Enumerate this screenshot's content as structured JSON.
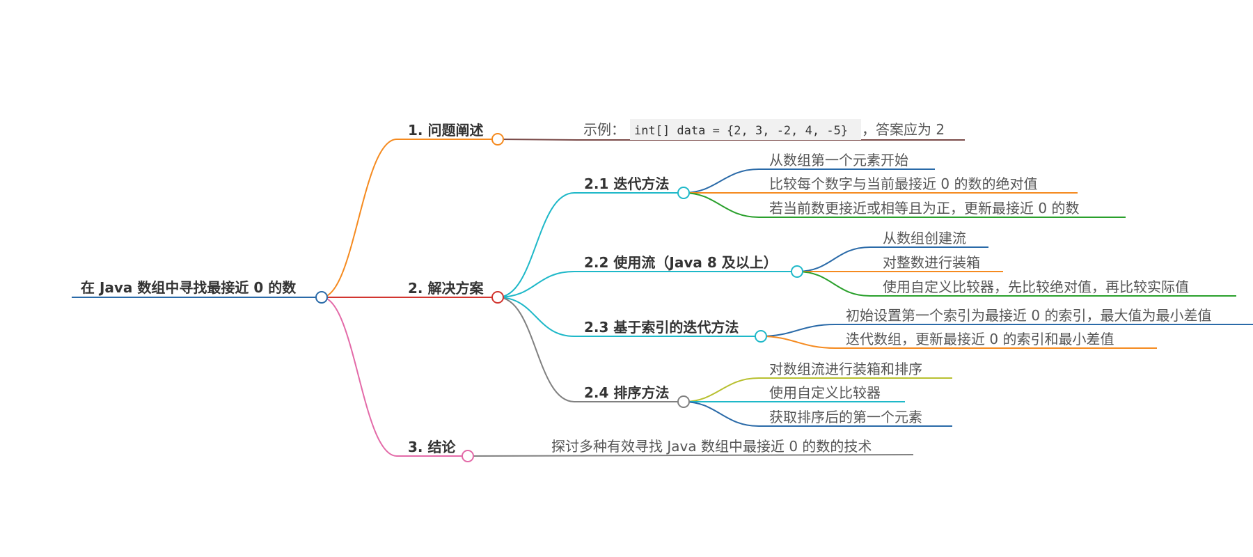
{
  "root": {
    "label": "在 Java 数组中寻找最接近 0 的数",
    "color": "#2a6aa8"
  },
  "branches": [
    {
      "id": "b1",
      "label": "1. 问题阐述",
      "color": "#f58a1f",
      "note": {
        "prefix": "示例：",
        "code": "int[] data = {2, 3, -2, 4, -5}",
        "suffix": "，答案应为 2",
        "underline_color": "#7a4a48"
      }
    },
    {
      "id": "b2",
      "label": "2. 解决方案",
      "color": "#d2352f",
      "children": [
        {
          "id": "b21",
          "label": "2.1 迭代方法",
          "color": "#1eb8c8",
          "leaves": [
            {
              "label": "从数组第一个元素开始",
              "color": "#2a6aa8"
            },
            {
              "label": "比较每个数字与当前最接近 0 的数的绝对值",
              "color": "#f58a1f"
            },
            {
              "label": "若当前数更接近或相等且为正，更新最接近 0 的数",
              "color": "#2aa02c"
            }
          ]
        },
        {
          "id": "b22",
          "label": "2.2 使用流（Java 8 及以上）",
          "color": "#1eb8c8",
          "leaves": [
            {
              "label": "从数组创建流",
              "color": "#2a6aa8"
            },
            {
              "label": "对整数进行装箱",
              "color": "#f58a1f"
            },
            {
              "label": "使用自定义比较器，先比较绝对值，再比较实际值",
              "color": "#2aa02c"
            }
          ]
        },
        {
          "id": "b23",
          "label": "2.3 基于索引的迭代方法",
          "color": "#1eb8c8",
          "leaves": [
            {
              "label": "初始设置第一个索引为最接近 0 的索引，最大值为最小差值",
              "color": "#2a6aa8"
            },
            {
              "label": "迭代数组，更新最接近 0 的索引和最小差值",
              "color": "#f58a1f"
            }
          ]
        },
        {
          "id": "b24",
          "label": "2.4 排序方法",
          "color": "#808080",
          "leaves": [
            {
              "label": "对数组流进行装箱和排序",
              "color": "#b8c030"
            },
            {
              "label": "使用自定义比较器",
              "color": "#1eb8c8"
            },
            {
              "label": "获取排序后的第一个元素",
              "color": "#2a6aa8"
            }
          ]
        }
      ]
    },
    {
      "id": "b3",
      "label": "3. 结论",
      "color": "#e36aa8",
      "note": {
        "text": "探讨多种有效寻找 Java 数组中最接近 0 的数的技术",
        "underline_color": "#808080"
      }
    }
  ]
}
